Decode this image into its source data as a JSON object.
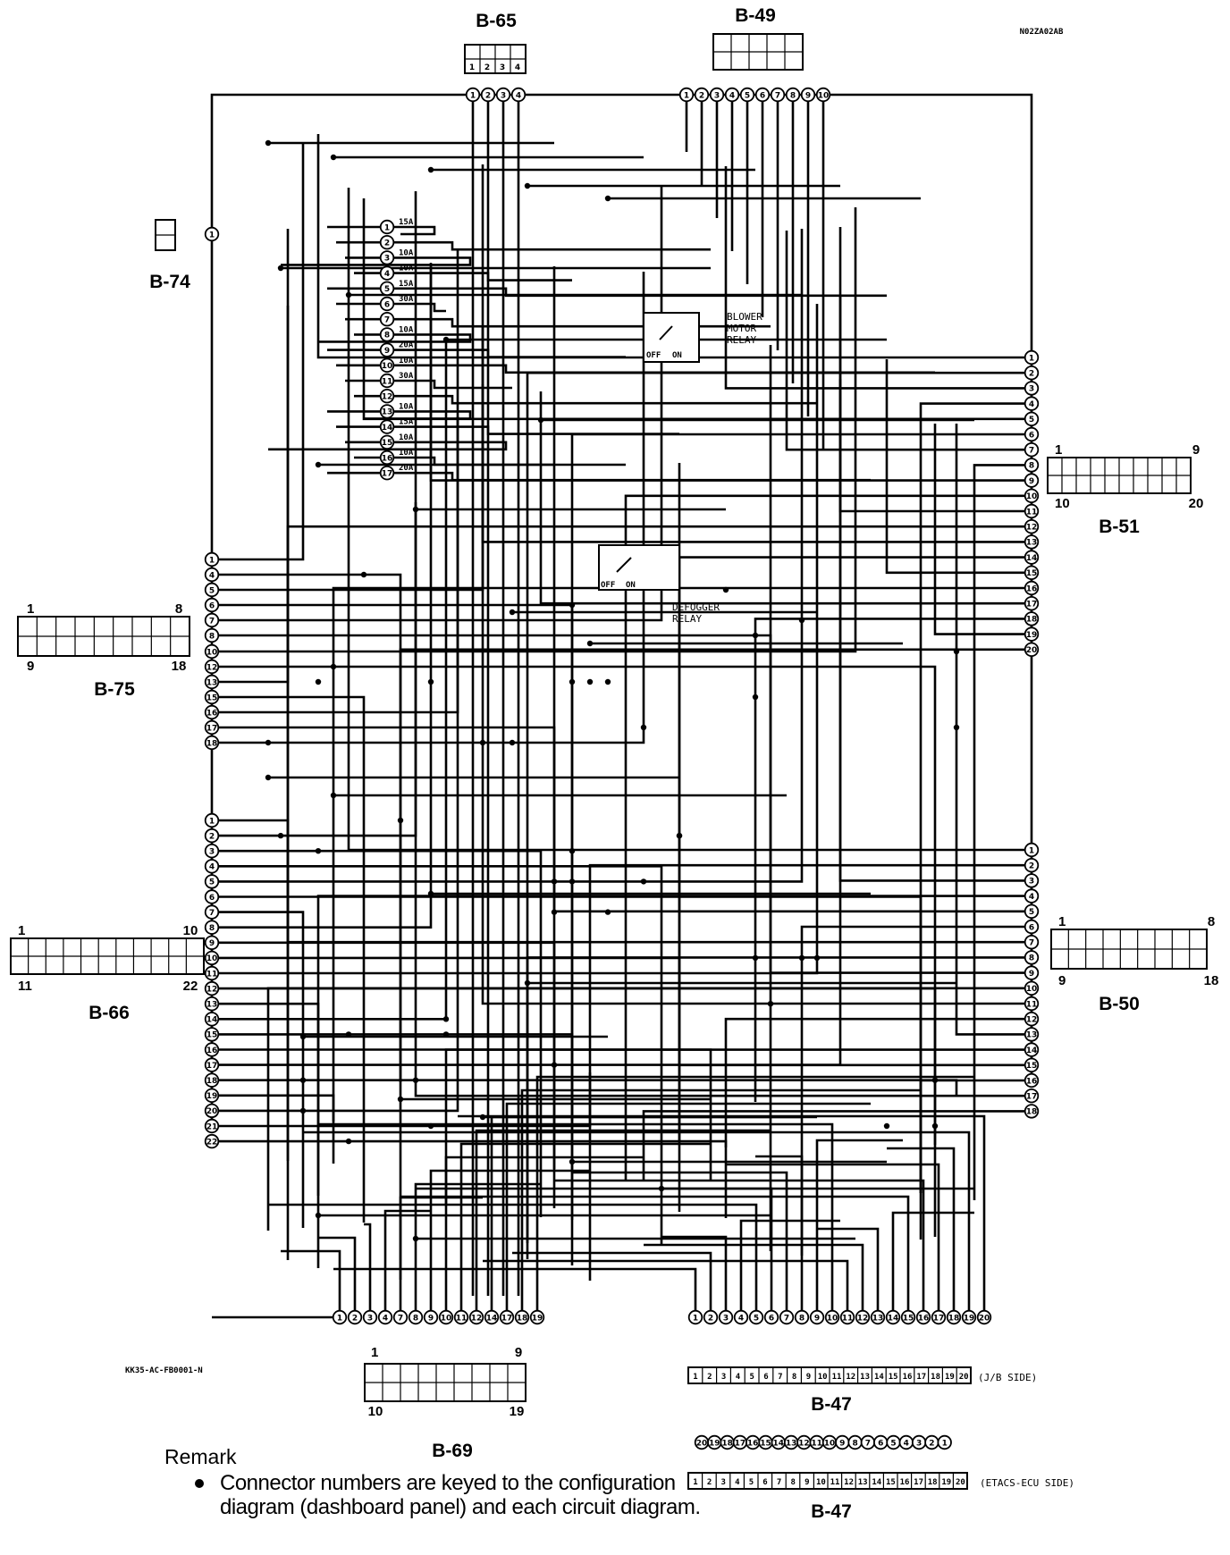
{
  "diagram_code": "N02ZA02AB",
  "drawing_code": "KK35-AC-FB0001-N",
  "connectors": {
    "b65": {
      "name": "B-65",
      "pins": [
        "1",
        "2",
        "3",
        "4"
      ]
    },
    "b49": {
      "name": "B-49",
      "pins": [
        "1",
        "2",
        "3",
        "4",
        "5",
        "6",
        "7",
        "8",
        "9",
        "10"
      ]
    },
    "b74": {
      "name": "B-74",
      "pins": [
        "1"
      ]
    },
    "b75": {
      "name": "B-75",
      "first_pin": "1",
      "top_end": "8",
      "bottom_start": "9",
      "last_pin": "18",
      "pins": [
        "1",
        "4",
        "5",
        "6",
        "7",
        "8",
        "10",
        "12",
        "13",
        "15",
        "16",
        "17",
        "18"
      ]
    },
    "b66": {
      "name": "B-66",
      "first_pin": "1",
      "top_end": "10",
      "bottom_start": "11",
      "last_pin": "22",
      "pins": [
        "1",
        "2",
        "3",
        "4",
        "5",
        "6",
        "7",
        "8",
        "9",
        "10",
        "11",
        "12",
        "13",
        "14",
        "15",
        "16",
        "17",
        "18",
        "19",
        "20",
        "21",
        "22"
      ]
    },
    "b51": {
      "name": "B-51",
      "first_pin": "1",
      "top_end": "9",
      "bottom_start": "10",
      "last_pin": "20",
      "pins": [
        "1",
        "2",
        "3",
        "4",
        "5",
        "6",
        "7",
        "8",
        "9",
        "10",
        "11",
        "12",
        "13",
        "14",
        "15",
        "16",
        "17",
        "18",
        "19",
        "20"
      ]
    },
    "b50": {
      "name": "B-50",
      "first_pin": "1",
      "top_end": "8",
      "bottom_start": "9",
      "last_pin": "18",
      "pins": [
        "1",
        "2",
        "3",
        "4",
        "5",
        "6",
        "7",
        "8",
        "9",
        "10",
        "11",
        "12",
        "13",
        "14",
        "15",
        "16",
        "17",
        "18"
      ]
    },
    "b69": {
      "name": "B-69",
      "first_pin": "1",
      "top_end": "9",
      "bottom_start": "10",
      "last_pin": "19",
      "pins": [
        "1",
        "2",
        "3",
        "4",
        "7",
        "8",
        "9",
        "10",
        "11",
        "12",
        "14",
        "17",
        "18",
        "19"
      ]
    },
    "b47": {
      "name": "B-47",
      "pins": [
        "1",
        "2",
        "3",
        "4",
        "5",
        "6",
        "7",
        "8",
        "9",
        "10",
        "11",
        "12",
        "13",
        "14",
        "15",
        "16",
        "17",
        "18",
        "19",
        "20"
      ],
      "jb_side": "(J/B SIDE)",
      "ecu_side": "(ETACS-ECU SIDE)"
    }
  },
  "fuses": [
    {
      "no": "1",
      "rating": "15A"
    },
    {
      "no": "2",
      "rating": ""
    },
    {
      "no": "3",
      "rating": "10A"
    },
    {
      "no": "4",
      "rating": "10A"
    },
    {
      "no": "5",
      "rating": "15A"
    },
    {
      "no": "6",
      "rating": "30A"
    },
    {
      "no": "7",
      "rating": ""
    },
    {
      "no": "8",
      "rating": "10A"
    },
    {
      "no": "9",
      "rating": "20A"
    },
    {
      "no": "10",
      "rating": "10A"
    },
    {
      "no": "11",
      "rating": "30A"
    },
    {
      "no": "12",
      "rating": ""
    },
    {
      "no": "13",
      "rating": "10A"
    },
    {
      "no": "14",
      "rating": "15A"
    },
    {
      "no": "15",
      "rating": "10A"
    },
    {
      "no": "16",
      "rating": "10A"
    },
    {
      "no": "17",
      "rating": "20A"
    }
  ],
  "relays": {
    "blower": {
      "line1": "BLOWER",
      "line2": "MOTOR",
      "line3": "RELAY",
      "off": "OFF",
      "on": "ON"
    },
    "defogger": {
      "line1": "DEFOGGER",
      "line2": "RELAY",
      "off": "OFF",
      "on": "ON"
    }
  },
  "remark": {
    "title": "Remark",
    "items": [
      "Connector numbers are keyed to the configuration diagram (dashboard panel) and each circuit diagram."
    ]
  }
}
